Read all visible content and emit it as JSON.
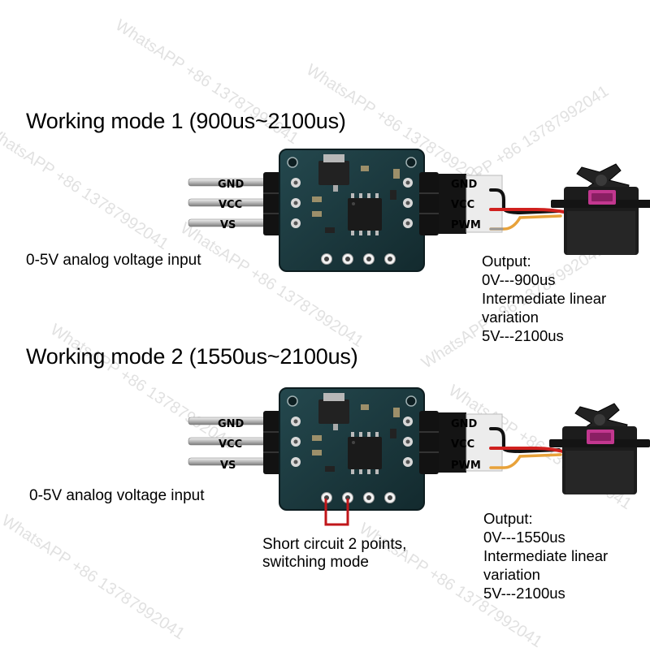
{
  "watermark": {
    "contact": "WhatsAPP +86 13787992041"
  },
  "mode1": {
    "title": "Working mode 1 (900us~2100us)",
    "input_label": "0-5V analog voltage input",
    "left_pins": [
      "GND",
      "VCC",
      "VS"
    ],
    "right_pins": [
      "GND",
      "VCC",
      "PWM"
    ],
    "output_lines": [
      "Output:",
      "0V---900us",
      "Intermediate linear",
      "variation",
      "5V---2100us"
    ]
  },
  "mode2": {
    "title": "Working mode 2 (1550us~2100us)",
    "input_label": "0-5V analog voltage input",
    "left_pins": [
      "GND",
      "VCC",
      "VS"
    ],
    "right_pins": [
      "GND",
      "VCC",
      "PWM"
    ],
    "short_note_lines": [
      "Short circuit 2 points,",
      "switching mode"
    ],
    "output_lines": [
      "Output:",
      "0V---1550us",
      "Intermediate linear",
      "variation",
      "5V---2100us"
    ]
  },
  "colors": {
    "pcb": "#1d3b40",
    "pcb_dark": "#132a2e",
    "servo_body": "#1c1c1c",
    "servo_label": "#c2378f",
    "wire_red": "#d0201e",
    "wire_black": "#111111",
    "wire_orange": "#e8a23a",
    "short_wire": "#c0161a"
  }
}
